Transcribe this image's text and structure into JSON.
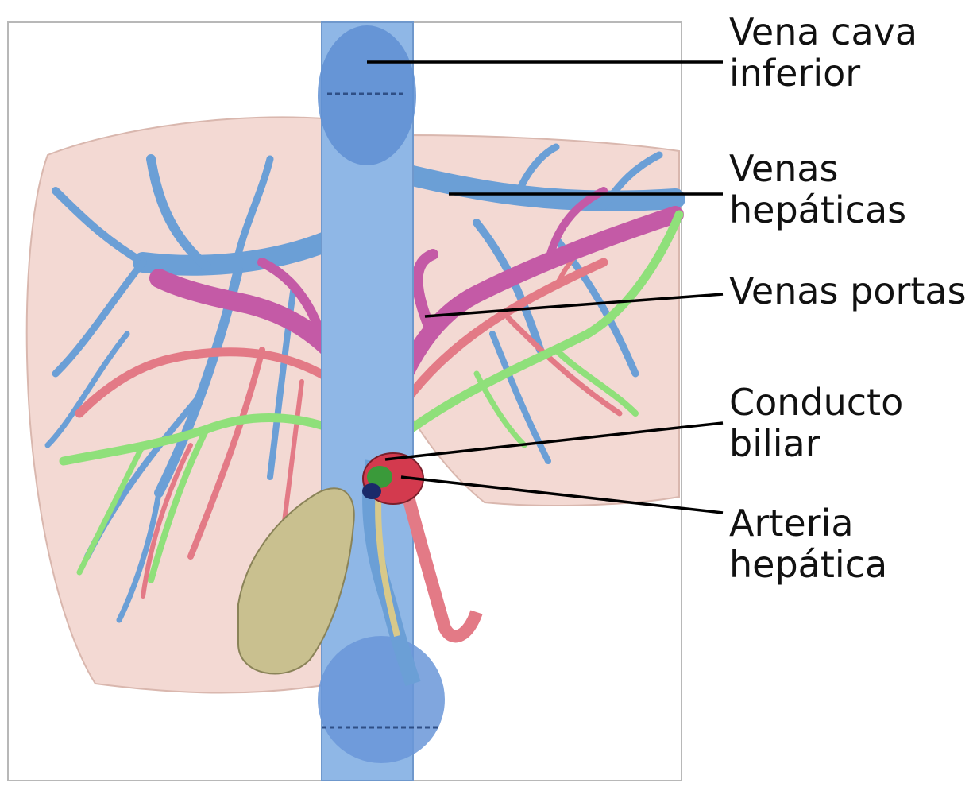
{
  "labels": {
    "vena_cava": [
      "Vena cava",
      "inferior"
    ],
    "venas_hepaticas": [
      "Venas",
      "hepáticas"
    ],
    "venas_portas": [
      "Venas portas"
    ],
    "conducto_biliar": [
      "Conducto",
      "biliar"
    ],
    "arteria_hepatica": [
      "Arteria",
      "hepática"
    ]
  },
  "colors": {
    "liver": "#f3d9d3",
    "vein": "#6b9fd6",
    "portal_vein": "#c45aa6",
    "artery": "#e37a86",
    "bile_duct": "#8fe07a",
    "gallbladder": "#c9c08f",
    "leader_line": "#000000"
  }
}
